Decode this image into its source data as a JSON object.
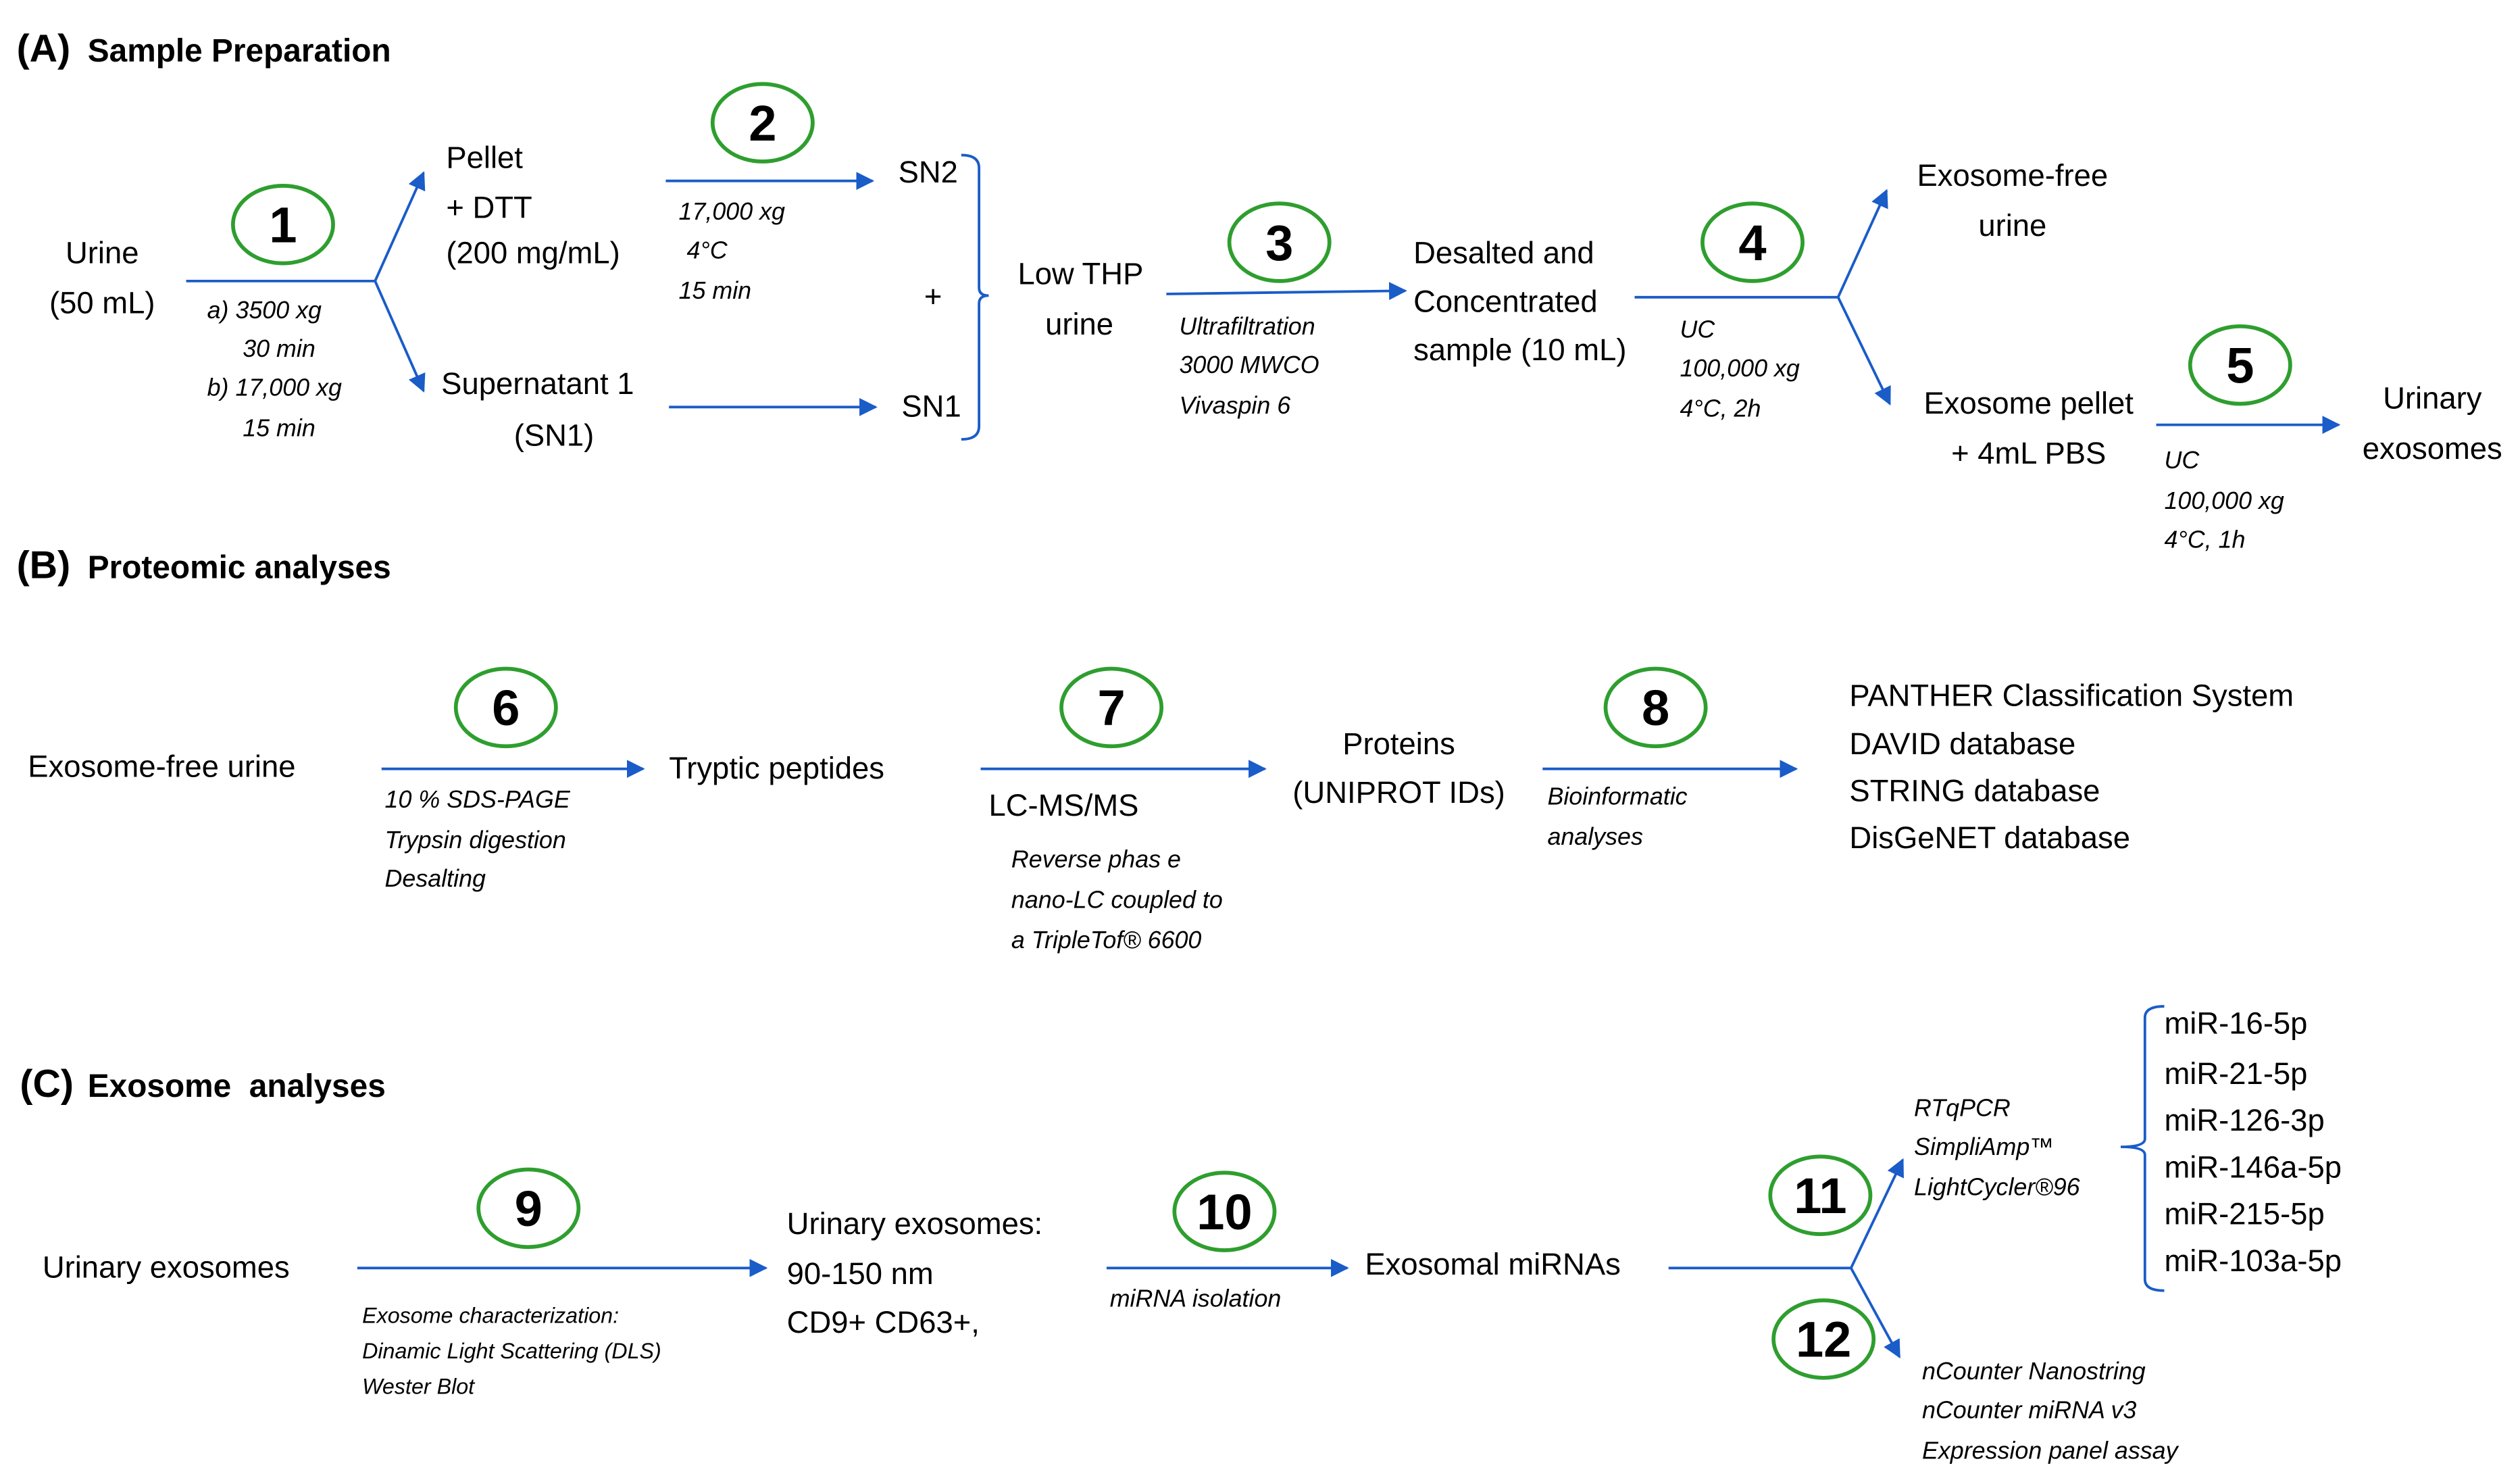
{
  "colors": {
    "arrow": "#1a5cc8",
    "step_circle": "#2e9e2e",
    "text": "#000000"
  },
  "a": {
    "label": "(A)",
    "title": "Sample Preparation",
    "urine": [
      "Urine",
      "(50 mL)"
    ],
    "s1": [
      "a) 3500 xg",
      "30 min",
      "b) 17,000 xg",
      "15 min"
    ],
    "pellet": [
      "Pellet",
      "+ DTT",
      "(200 mg/mL)"
    ],
    "s2": [
      "17,000 xg",
      "4°C",
      "15 min"
    ],
    "sn2": "SN2",
    "plus": "+",
    "sup": [
      "Supernatant 1",
      "(SN1)"
    ],
    "sn1": "SN1",
    "lowthp": [
      "Low THP",
      "urine"
    ],
    "s3": [
      "Ultrafiltration",
      "3000 MWCO",
      "Vivaspin 6"
    ],
    "desalted": [
      "Desalted and",
      "Concentrated",
      "sample (10 mL)"
    ],
    "s4": [
      "UC",
      "100,000 xg",
      "4°C, 2h"
    ],
    "free": [
      "Exosome-free",
      "urine"
    ],
    "pelletpbs": [
      "Exosome pellet",
      "+ 4mL PBS"
    ],
    "s5": [
      "UC",
      "100,000 xg",
      "4°C, 1h"
    ],
    "uexo": [
      "Urinary",
      "exosomes"
    ]
  },
  "b": {
    "label": "(B)",
    "title": "Proteomic analyses",
    "free": "Exosome-free urine",
    "s6": [
      "10 % SDS-PAGE",
      "Trypsin digestion",
      "Desalting"
    ],
    "tryptic": "Tryptic peptides",
    "lcms": "LC-MS/MS",
    "s7": [
      "Reverse phas e",
      "nano-LC coupled to",
      "a TripleTof® 6600"
    ],
    "proteins": [
      "Proteins",
      "(UNIPROT IDs)"
    ],
    "s8": [
      "Bioinformatic",
      "analyses"
    ],
    "tools": [
      "PANTHER Classification System",
      "DAVID database",
      "STRING database",
      "DisGeNET database"
    ]
  },
  "c": {
    "label": "(C)",
    "title": "Exosome  analyses",
    "uexo": "Urinary exosomes",
    "s9": [
      "Exosome characterization:",
      "Dinamic Light Scattering (DLS)",
      "Wester Blot"
    ],
    "uexo2": [
      "Urinary exosomes:",
      "90-150 nm",
      "CD9+ CD63+,"
    ],
    "s10": "miRNA isolation",
    "mirnas": "Exosomal miRNAs",
    "s11": [
      "RTqPCR",
      "SimpliAmp™",
      "LightCycler®96"
    ],
    "mirs": [
      "miR-16-5p",
      "miR-21-5p",
      "miR-126-3p",
      "miR-146a-5p",
      "miR-215-5p",
      "miR-103a-5p"
    ],
    "s12": [
      "nCounter Nanostring",
      "nCounter miRNA v3",
      "Expression panel assay"
    ]
  },
  "steps": [
    "1",
    "2",
    "3",
    "4",
    "5",
    "6",
    "7",
    "8",
    "9",
    "10",
    "11",
    "12"
  ]
}
